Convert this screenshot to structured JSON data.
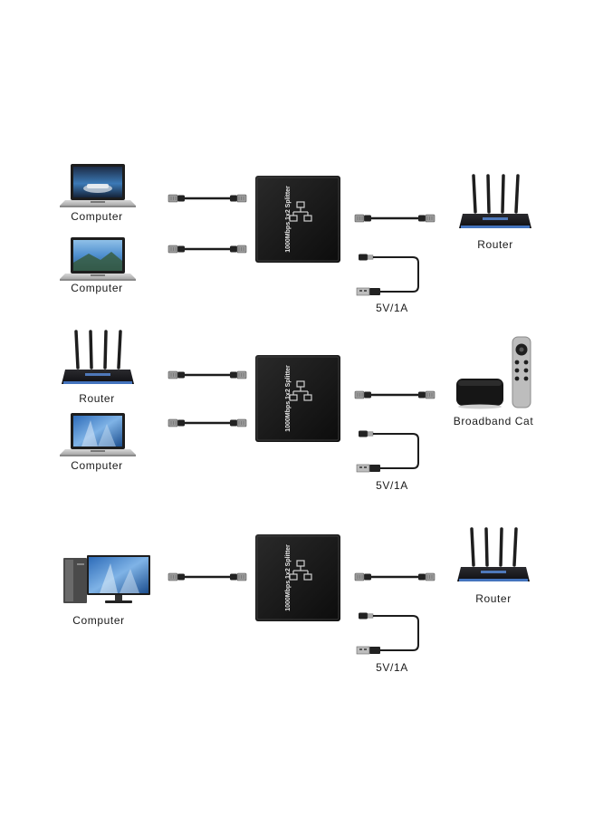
{
  "device": {
    "model_text": "1000Mbps 1x2 Splitter"
  },
  "scenarios": [
    {
      "left": [
        "Computer",
        "Computer"
      ],
      "right": "Router",
      "power": "5V/1A"
    },
    {
      "left": [
        "Router",
        "Computer"
      ],
      "right": "Broadband Cat",
      "power": "5V/1A"
    },
    {
      "left": [
        "Computer"
      ],
      "right": "Router",
      "power": "5V/1A"
    }
  ],
  "colors": {
    "device_body": "#141414",
    "cable": "#1c1c1c",
    "connector_metal": "#9a9a9a",
    "router_glow": "#4a7fd0"
  }
}
